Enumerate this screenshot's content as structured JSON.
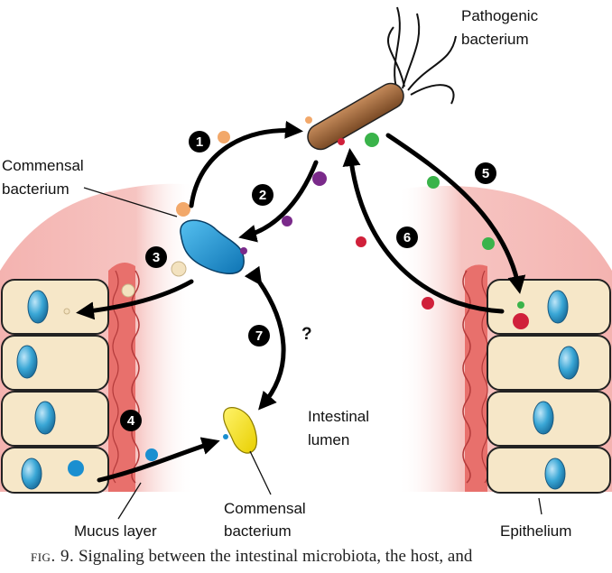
{
  "labels": {
    "pathogenic_line1": "Pathogenic",
    "pathogenic_line2": "bacterium",
    "commensal_top_line1": "Commensal",
    "commensal_top_line2": "bacterium",
    "commensal_bottom_line1": "Commensal",
    "commensal_bottom_line2": "bacterium",
    "lumen_line1": "Intestinal",
    "lumen_line2": "lumen",
    "mucus": "Mucus layer",
    "epithelium": "Epithelium",
    "question": "?"
  },
  "steps": [
    "1",
    "2",
    "3",
    "4",
    "5",
    "6",
    "7"
  ],
  "caption": {
    "fig": "fig. 9.",
    "text": "Signaling between the intestinal microbiota, the host, and"
  },
  "colors": {
    "pathogen": "#a0673a",
    "commensal_blue": "#1a8fd0",
    "commensal_yellow": "#f4e000",
    "tissue_pink": "#f2b0ae",
    "mucus_red": "#e8706c",
    "cell_fill": "#f6e7c8",
    "nucleus": "#3aa7d6"
  }
}
